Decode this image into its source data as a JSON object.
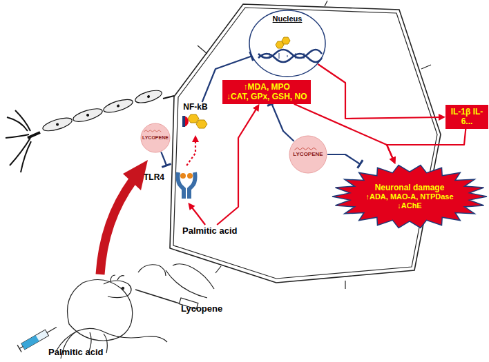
{
  "diagram": {
    "nodes": [
      {
        "text": [
          "Nucleus"
        ]
      },
      {
        "text": [
          "NF-kB"
        ]
      },
      {
        "text": [
          "TLR4"
        ]
      },
      {
        "text": [
          "↑MDA, MPO",
          "↓CAT, GPx, GSH, NO"
        ]
      },
      {
        "text": [
          "IL-1β IL-6..."
        ]
      },
      {
        "text": [
          "Neuronal damage",
          "↑ADA, MAO-A, NTPDase",
          "↓AChE"
        ]
      },
      {
        "text": [
          "LYCOPENE"
        ]
      },
      {
        "text": [
          "LYCOPENE"
        ]
      },
      {
        "text": [
          "Palmitic acid"
        ]
      }
    ],
    "edges": [
      {
        "from": 8,
        "to": 2,
        "arrow": "to"
      },
      {
        "from": 8,
        "to": 3,
        "arrow": "to"
      },
      {
        "from": 2,
        "to": 1,
        "arrow": "to"
      },
      {
        "from": 1,
        "to": 0,
        "arrow": "to"
      },
      {
        "from": 0,
        "to": 4,
        "arrow": "to"
      },
      {
        "from": 3,
        "to": 5,
        "arrow": "to"
      },
      {
        "from": 4,
        "to": 5,
        "arrow": "to"
      },
      {
        "from": 6,
        "to": 2,
        "arrow": "to"
      },
      {
        "from": 7,
        "to": 3,
        "arrow": "to"
      },
      {
        "from": 7,
        "to": 5,
        "arrow": "to"
      }
    ],
    "labels": [
      "Lycopene",
      "Palmitic acid"
    ]
  }
}
